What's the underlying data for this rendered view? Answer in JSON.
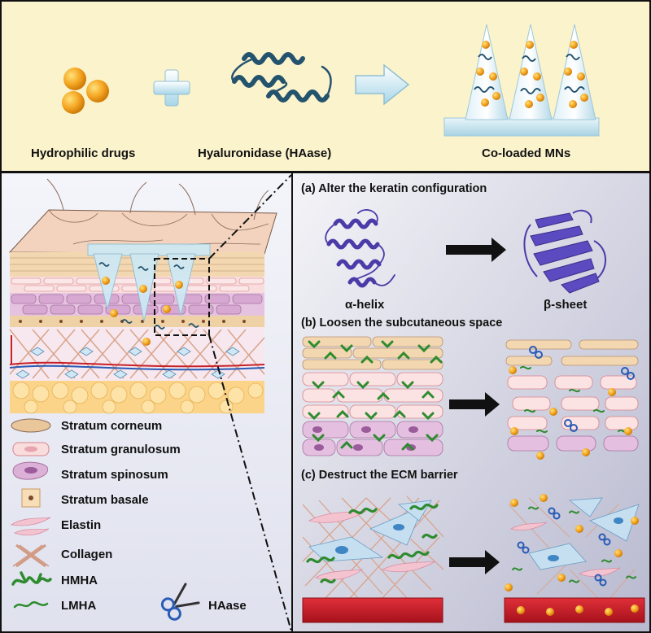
{
  "top_panel": {
    "labels": {
      "drugs": "Hydrophilic drugs",
      "enzyme": "Hyaluronidase (HAase)",
      "product": "Co-loaded MNs"
    },
    "colors": {
      "background": "#fbf3cc",
      "drug": "#f5a623",
      "protein": "#24536e"
    }
  },
  "mechanisms": {
    "a": {
      "title": "(a) Alter the keratin configuration",
      "left_label": "α-helix",
      "right_label": "β-sheet"
    },
    "b": {
      "title": "(b) Loosen the subcutaneous space"
    },
    "c": {
      "title": "(c) Destruct the ECM barrier"
    }
  },
  "legend": [
    {
      "label": "Stratum corneum",
      "icon": "corneum-icon"
    },
    {
      "label": "Stratum granulosum",
      "icon": "granulosum-icon"
    },
    {
      "label": "Stratum spinosum",
      "icon": "spinosum-icon"
    },
    {
      "label": "Stratum basale",
      "icon": "basale-icon"
    },
    {
      "label": "Elastin",
      "icon": "elastin-icon"
    },
    {
      "label": "Collagen",
      "icon": "collagen-icon"
    },
    {
      "label": "HMHA",
      "icon": "hmha-icon"
    },
    {
      "label": "LMHA",
      "icon": "lmha-icon"
    },
    {
      "label": "HAase",
      "icon": "scissors-icon"
    }
  ],
  "colors": {
    "panel_gradient": "#e8e8f2",
    "keratin_protein": "#4b3aa8",
    "hmha": "#2e8b2e",
    "ecm_base": "#c8202a",
    "arrow": "#111111"
  }
}
